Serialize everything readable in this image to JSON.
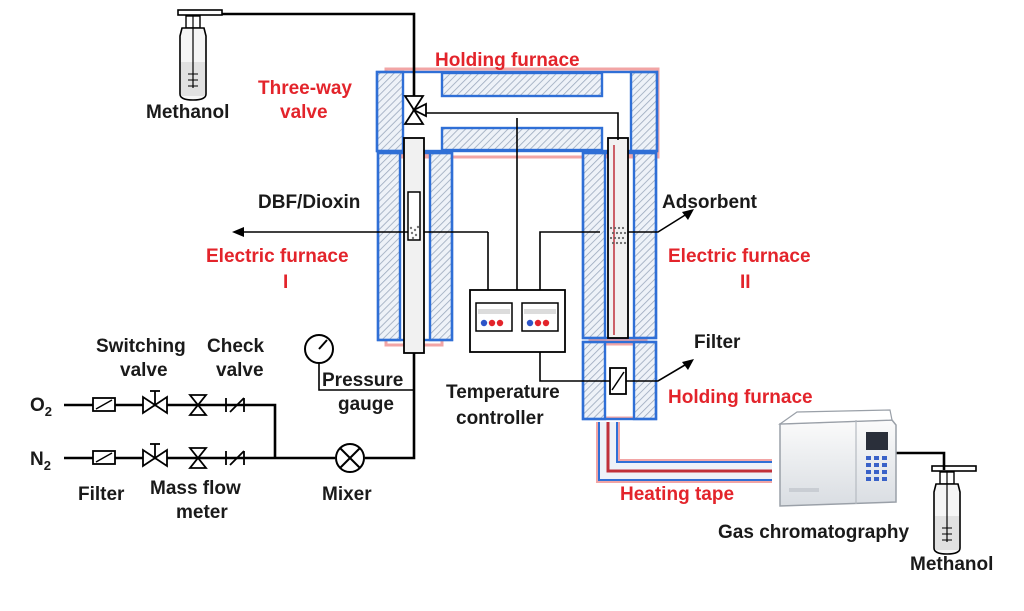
{
  "labels": {
    "methanol_top": "Methanol",
    "three_way_valve_1": "Three-way",
    "three_way_valve_2": "valve",
    "holding_furnace_top": "Holding furnace",
    "dbf_dioxin": "DBF/Dioxin",
    "adsorbent": "Adsorbent",
    "electric_furnace_1_a": "Electric furnace",
    "electric_furnace_1_b": "I",
    "electric_furnace_2_a": "Electric furnace",
    "electric_furnace_2_b": "II",
    "switching_valve_1": "Switching",
    "switching_valve_2": "valve",
    "check_valve_1": "Check",
    "check_valve_2": "valve",
    "pressure_gauge_1": "Pressure",
    "pressure_gauge_2": "gauge",
    "o2": "O",
    "o2_sub": "2",
    "n2": "N",
    "n2_sub": "2",
    "filter_left": "Filter",
    "mass_flow_1": "Mass flow",
    "mass_flow_2": "meter",
    "mixer": "Mixer",
    "temp_controller_1": "Temperature",
    "temp_controller_2": "controller",
    "filter_right": "Filter",
    "holding_furnace_bottom": "Holding furnace",
    "heating_tape": "Heating tape",
    "gas_chromatography": "Gas chromatography",
    "methanol_bottom": "Methanol"
  },
  "colors": {
    "furnace_border": "#2f6fd6",
    "red_label": "#e3242b",
    "heating_tape": "#c0303a"
  },
  "icons": [
    "gas-bottle-icon",
    "pressure-gauge-icon",
    "mixer-icon",
    "filter-icon",
    "needle-valve-icon",
    "check-valve-icon",
    "temperature-controller-icon",
    "gas-chromatograph-icon"
  ]
}
